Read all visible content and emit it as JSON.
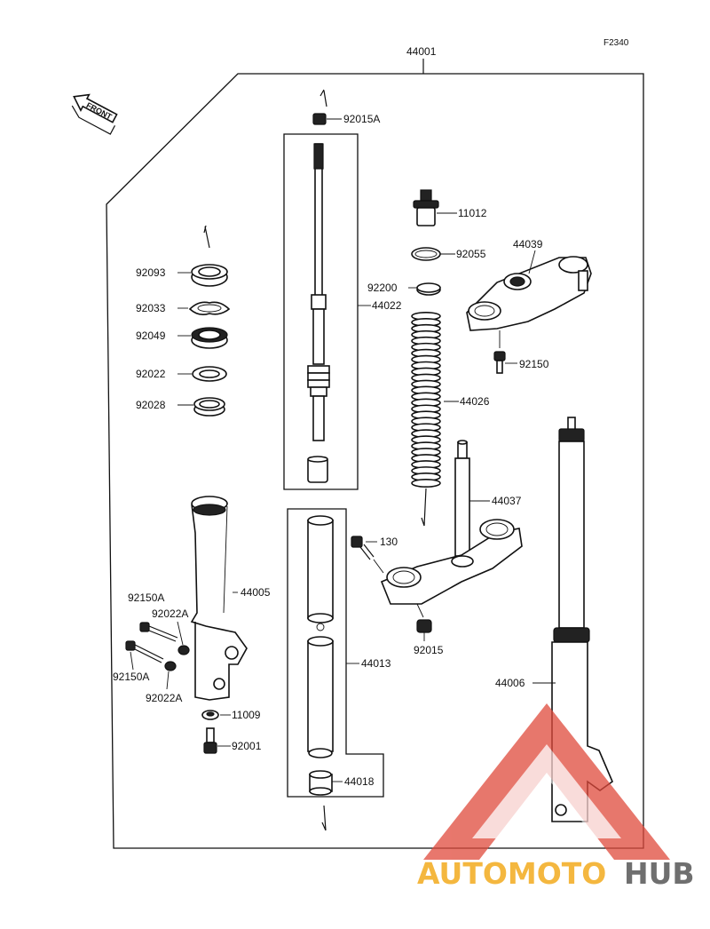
{
  "figure_id": "F2340",
  "front_label": "FRONT",
  "watermark": {
    "left": "AUTOMOTO",
    "right": "HUB",
    "left_color": "#f4b73f",
    "right_color": "#6f6f6f",
    "triangle_color": "#e04a3c"
  },
  "parts": {
    "p44001": "44001",
    "p92015A": "92015A",
    "p11012": "11012",
    "p92055": "92055",
    "p44039": "44039",
    "p92200": "92200",
    "p44022": "44022",
    "p92093": "92093",
    "p92033": "92033",
    "p92049": "92049",
    "p92022": "92022",
    "p92028": "92028",
    "p92150": "92150",
    "p44026": "44026",
    "p44037": "44037",
    "p130": "130",
    "p44005": "44005",
    "p92150A_top": "92150A",
    "p92022A_top": "92022A",
    "p92150A_bot": "92150A",
    "p92022A_bot": "92022A",
    "p11009": "11009",
    "p92001": "92001",
    "p44013": "44013",
    "p92015": "92015",
    "p44006": "44006",
    "p44018": "44018"
  }
}
